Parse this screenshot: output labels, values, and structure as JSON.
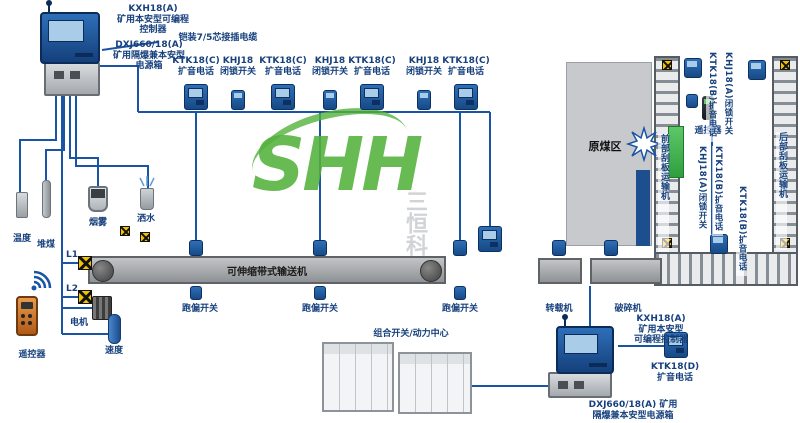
{
  "watermark": {
    "logo": "SHH",
    "company": "三恒科技"
  },
  "top_left": {
    "controller_label": "KXH18(A)\n矿用本安型可编程\n控制器",
    "power_label": "DXJ660/18(A)\n矿用隔爆兼本安型\n电源箱",
    "cable_label": "铠装7/5芯接插电缆"
  },
  "top_row": {
    "devices": [
      {
        "type": "phone",
        "label": "KTK18(C)\n扩音电话"
      },
      {
        "type": "switch",
        "label": "KHJ18\n闭锁开关"
      },
      {
        "type": "phone",
        "label": "KTK18(C)\n扩音电话"
      },
      {
        "type": "switch",
        "label": "KHJ18\n闭锁开关"
      },
      {
        "type": "phone",
        "label": "KTK18(C)\n扩音电话"
      },
      {
        "type": "switch",
        "label": "KHJ18\n闭锁开关"
      },
      {
        "type": "phone",
        "label": "KTK18(C)\n扩音电话"
      }
    ]
  },
  "left": {
    "sensors": [
      {
        "label": "温度"
      },
      {
        "label": "堆煤"
      },
      {
        "label": "烟雾"
      },
      {
        "label": "洒水"
      }
    ],
    "line1": "L1",
    "line2": "L2",
    "motor": "电机",
    "speed": "速度",
    "remote": "遥控器"
  },
  "belt": {
    "name": "可伸缩带式输送机",
    "deviation_switches": [
      "跑偏开关",
      "跑偏开关",
      "跑偏开关"
    ],
    "transfer": "转载机",
    "crusher": "破碎机"
  },
  "right": {
    "coal_area": "原煤区",
    "front_conveyor": "前部刮板运输机",
    "rear_conveyor": "后部刮板运输机",
    "remote": "遥控器",
    "vertical_labels": [
      "KTK18(B)扩音电话",
      "KHJ18(A)闭锁开关",
      "KHJ18(A)闭锁开关",
      "KTK18(B)扩音电话",
      "KTK18(B)扩音电话"
    ]
  },
  "bottom": {
    "combo_center": "组合开关/动力中心",
    "controller_label": "KXH18(A)\n矿用本安型\n可编程控制器",
    "phone_label": "KTK18(D)\n扩音电话",
    "power_label": "DXJ660/18(A) 矿用\n隔爆兼本安型电源箱"
  },
  "colors": {
    "wire": "#1a55a5",
    "device_blue": "#1d5ba6",
    "label_blue": "#17417d",
    "hazard_yellow": "#f2c400",
    "logo_green": "#54b23c"
  }
}
